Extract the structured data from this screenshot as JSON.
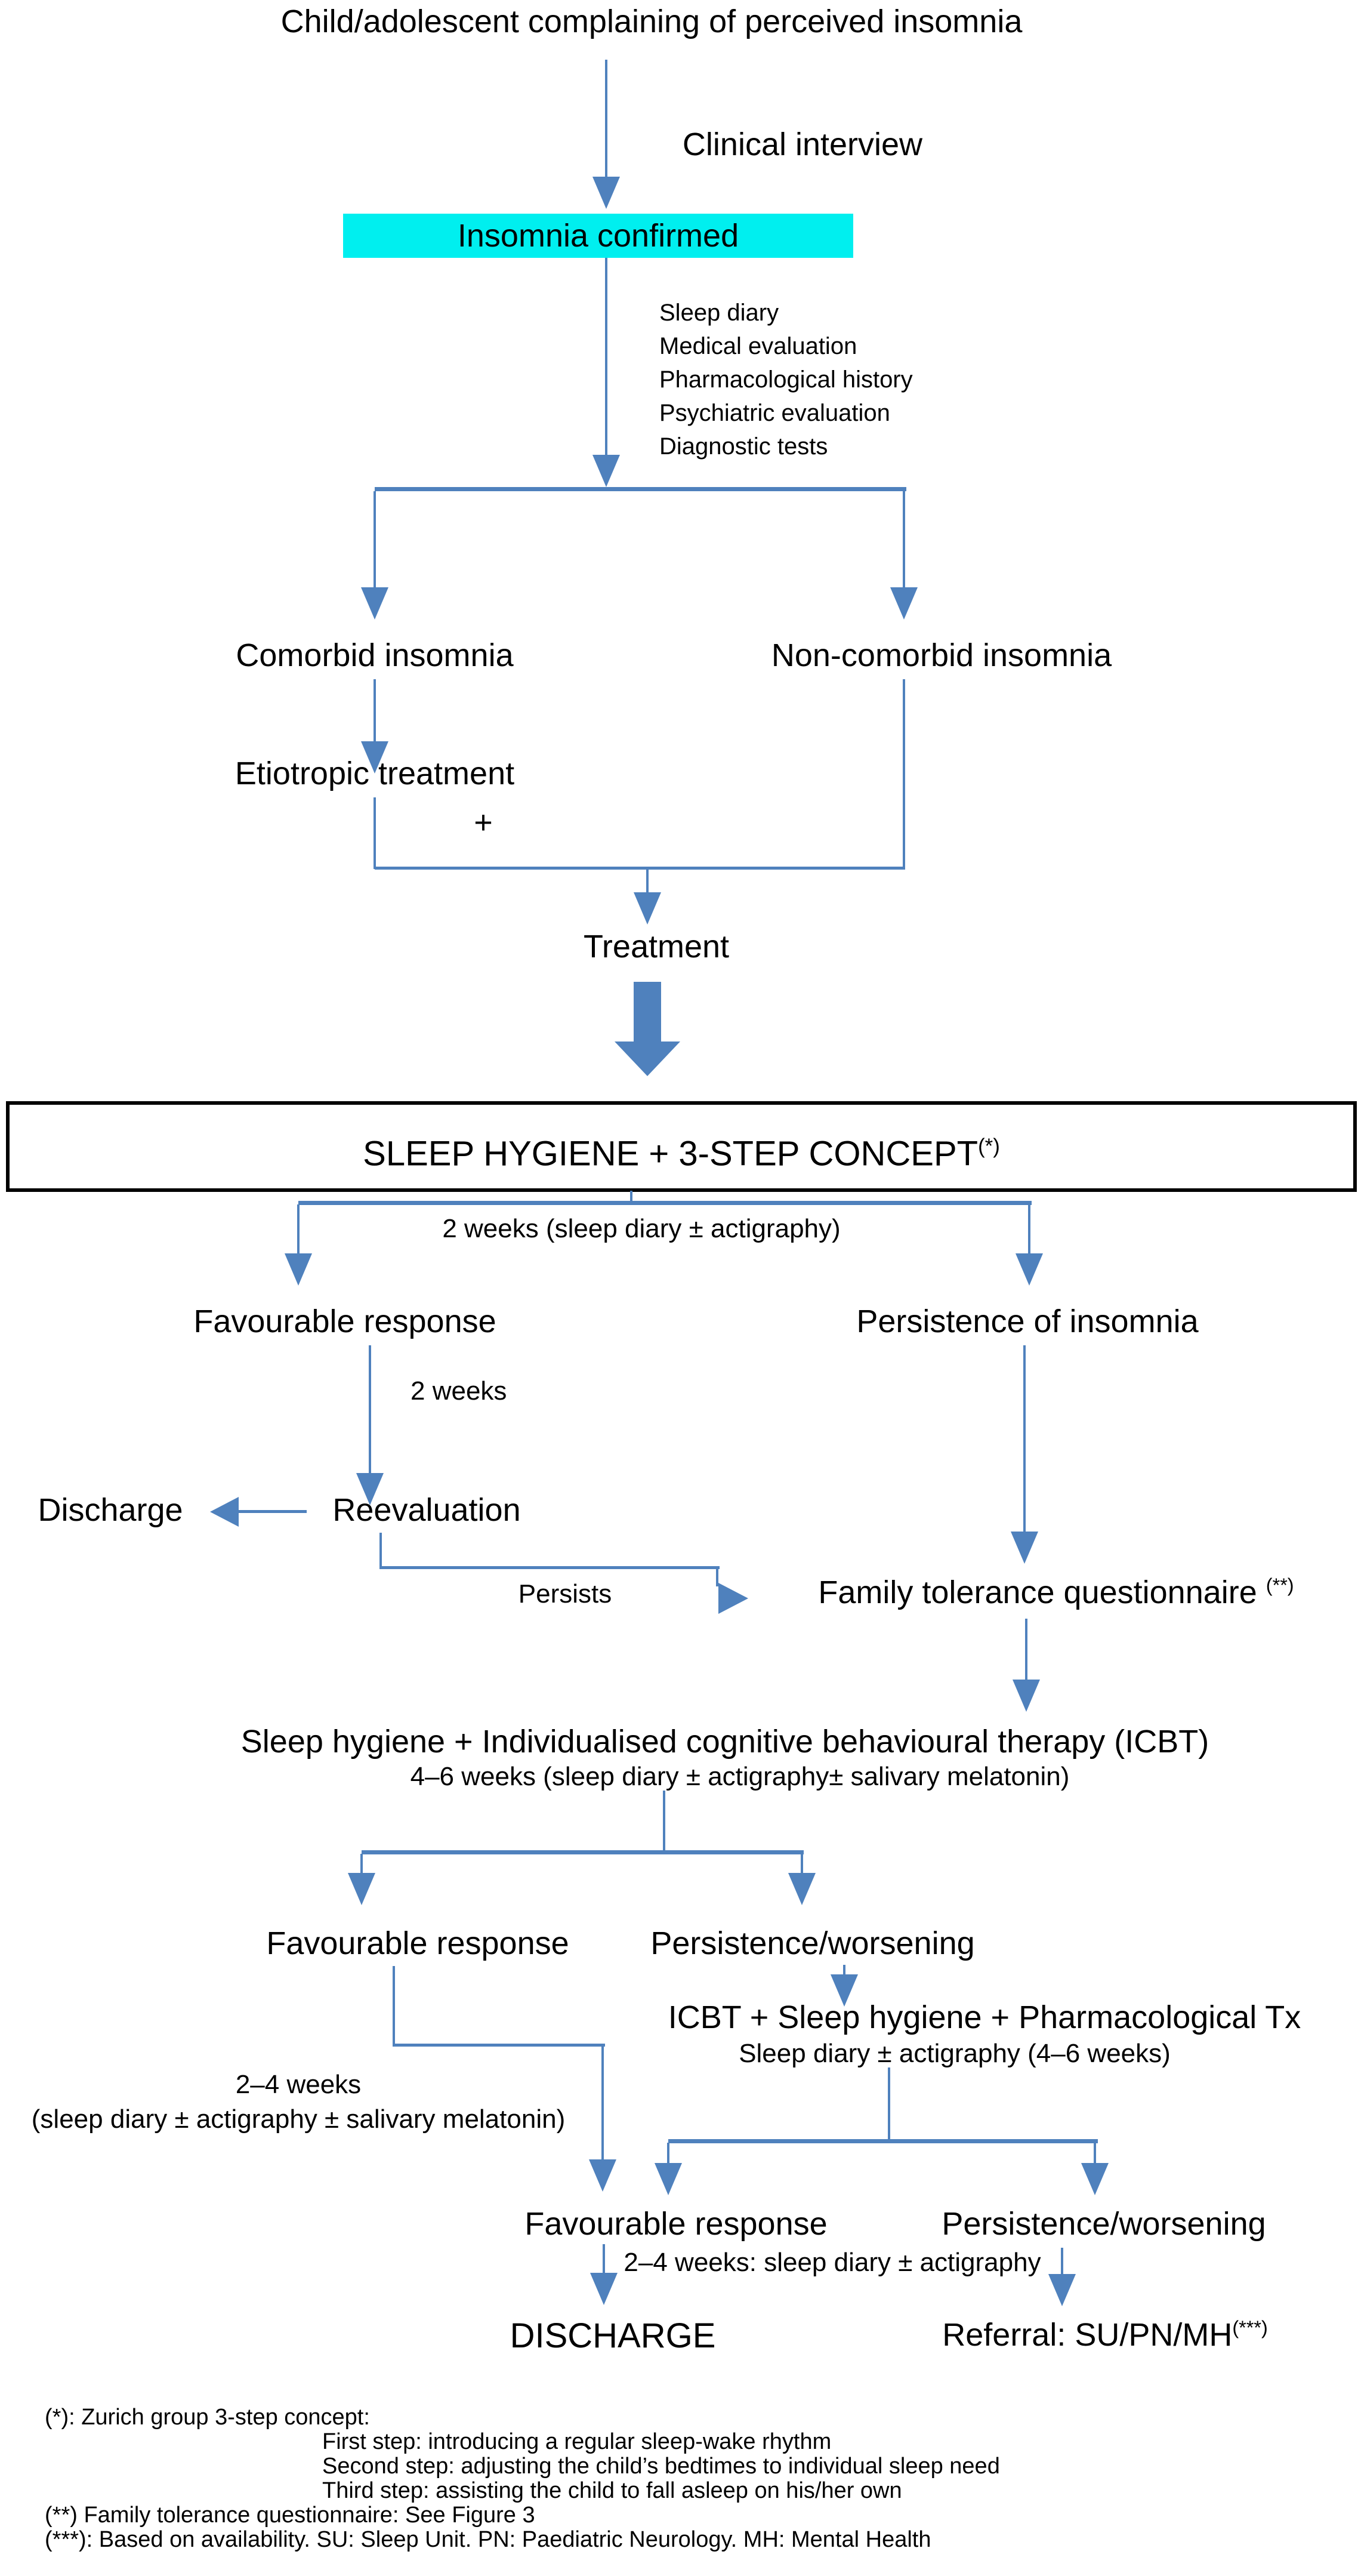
{
  "palette": {
    "line_blue": "#4f81bd",
    "cyan_highlight": "#00efef"
  },
  "nodes": {
    "title": "Child/adolescent complaining of perceived insomnia",
    "clinical_interview": "Clinical interview",
    "insomnia_confirmed": "Insomnia confirmed",
    "evaluation_list": [
      "Sleep diary",
      "Medical evaluation",
      "Pharmacological history",
      "Psychiatric evaluation",
      "Diagnostic tests"
    ],
    "comorbid": "Comorbid insomnia",
    "non_comorbid": "Non-comorbid insomnia",
    "etiotropic": "Etiotropic treatment",
    "plus": "+",
    "treatment": "Treatment",
    "step_box": "SLEEP HYGIENE + 3-STEP CONCEPT",
    "step_box_sup": "(*)",
    "two_weeks_diary": "2 weeks (sleep diary ± actigraphy)",
    "favourable_1": "Favourable response",
    "persistence_1": "Persistence of insomnia",
    "two_weeks": "2 weeks",
    "discharge_1": "Discharge",
    "reevaluation": "Reevaluation",
    "persists": "Persists",
    "family_questionnaire": "Family tolerance questionnaire",
    "family_questionnaire_sup": "(**)",
    "icbt_title": "Sleep hygiene + Individualised cognitive behavioural therapy (ICBT)",
    "icbt_sub": "4–6 weeks (sleep diary ± actigraphy± salivary melatonin)",
    "favourable_2": "Favourable response",
    "persistence_2": "Persistence/worsening",
    "pharm_title": "ICBT + Sleep hygiene + Pharmacological Tx",
    "pharm_sub": "Sleep diary ± actigraphy (4–6 weeks)",
    "weeks_24_line1": "2–4 weeks",
    "weeks_24_line2": "(sleep diary ± actigraphy ± salivary melatonin)",
    "favourable_3": "Favourable response",
    "persistence_3": "Persistence/worsening",
    "weeks_24_diary": "2–4 weeks: sleep diary ± actigraphy",
    "discharge_final": "DISCHARGE",
    "referral": "Referral: SU/PN/MH",
    "referral_sup": "(***)"
  },
  "footnotes": [
    "(*): Zurich group 3-step concept:",
    "First step: introducing a regular sleep-wake rhythm",
    "Second step: adjusting the child’s bedtimes to individual sleep need",
    "Third step: assisting the child to fall asleep on his/her own",
    "(**) Family tolerance questionnaire: See Figure 3",
    "(***): Based on availability. SU: Sleep Unit. PN: Paediatric Neurology. MH: Mental Health"
  ]
}
